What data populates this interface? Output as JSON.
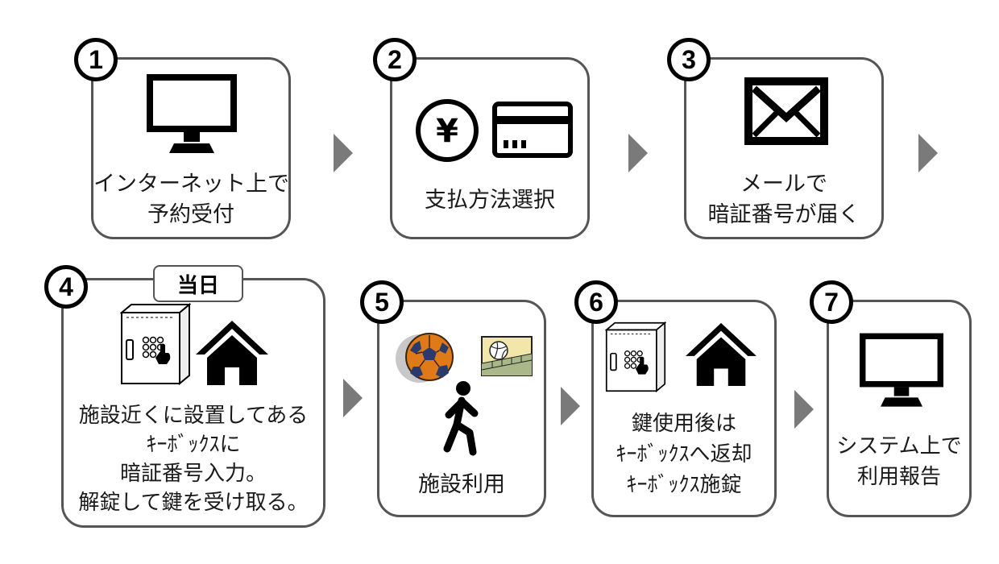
{
  "steps": [
    {
      "number": "1",
      "lines": [
        "インターネット上で",
        "予約受付"
      ]
    },
    {
      "number": "2",
      "lines": [
        "支払方法選択"
      ]
    },
    {
      "number": "3",
      "lines": [
        "メールで",
        "暗証番号が届く"
      ]
    },
    {
      "number": "4",
      "lines": [
        "施設近くに設置してある",
        "ｷｰﾎﾞｯｸｽに",
        "暗証番号入力。",
        "解錠して鍵を受け取る。"
      ],
      "badge": "当日"
    },
    {
      "number": "5",
      "lines": [
        "施設利用"
      ]
    },
    {
      "number": "6",
      "lines": [
        "鍵使用後は",
        "ｷｰﾎﾞｯｸｽへ返却",
        "ｷｰﾎﾞｯｸｽ施錠"
      ]
    },
    {
      "number": "7",
      "lines": [
        "システム上で",
        "利用報告"
      ]
    }
  ],
  "currency_symbol": "¥",
  "icons": {
    "step1": "computer-monitor-icon",
    "step2": [
      "yen-coin-icon",
      "credit-card-icon"
    ],
    "step3": "envelope-icon",
    "step4": [
      "key-box-icon",
      "house-icon"
    ],
    "step5": [
      "handball-icon",
      "volleyball-photo-icon",
      "walking-person-icon"
    ],
    "step6": [
      "key-box-icon",
      "house-icon"
    ],
    "step7": "computer-monitor-icon"
  },
  "colors": {
    "border": "#555555",
    "arrow": "#7a7a7a",
    "icon": "#000000"
  }
}
